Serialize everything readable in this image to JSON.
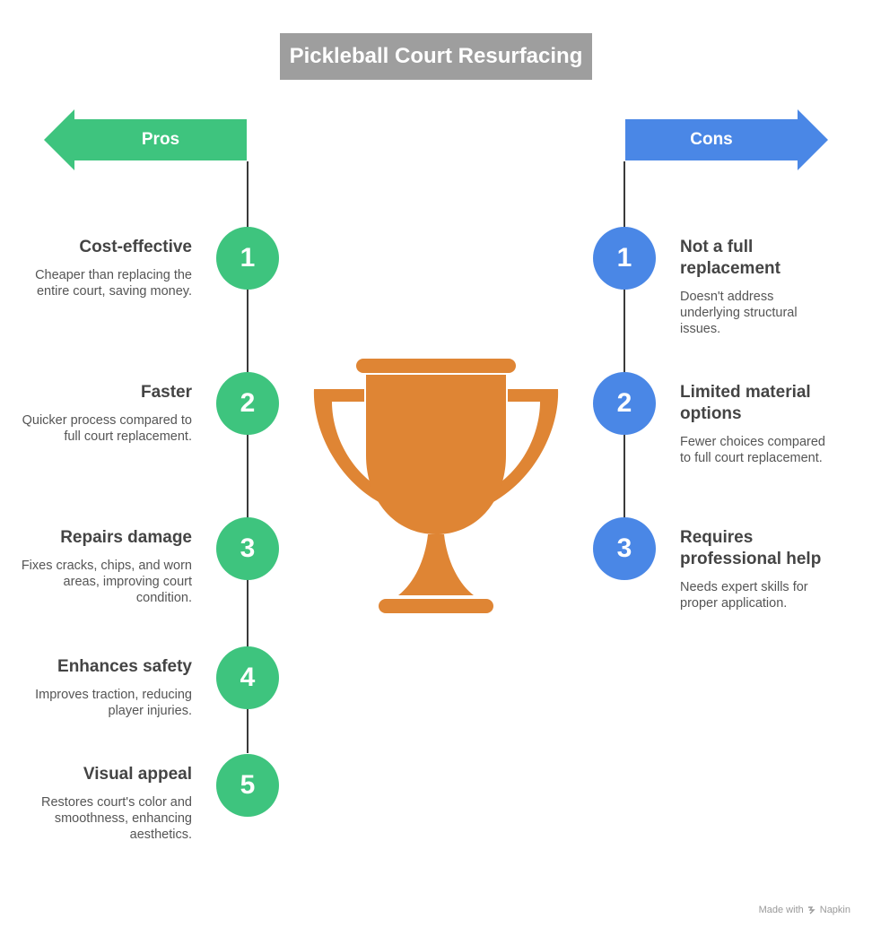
{
  "title": "Pickleball Court Resurfacing",
  "colors": {
    "pros": "#3ec47e",
    "cons": "#4a87e6",
    "trophy": "#df8534",
    "title_bg": "#9e9e9e"
  },
  "pros": {
    "label": "Pros",
    "items": [
      {
        "number": "1",
        "title": "Cost-effective",
        "description": "Cheaper than replacing the entire court, saving money."
      },
      {
        "number": "2",
        "title": "Faster",
        "description": "Quicker process compared to full court replacement."
      },
      {
        "number": "3",
        "title": "Repairs damage",
        "description": "Fixes cracks, chips, and worn areas, improving court condition."
      },
      {
        "number": "4",
        "title": "Enhances safety",
        "description": "Improves traction, reducing player injuries."
      },
      {
        "number": "5",
        "title": "Visual appeal",
        "description": "Restores court's color and smoothness, enhancing aesthetics."
      }
    ]
  },
  "cons": {
    "label": "Cons",
    "items": [
      {
        "number": "1",
        "title": "Not a full replacement",
        "description": "Doesn't address underlying structural issues."
      },
      {
        "number": "2",
        "title": "Limited material options",
        "description": "Fewer choices compared to full court replacement."
      },
      {
        "number": "3",
        "title": "Requires professional help",
        "description": "Needs expert skills for proper application."
      }
    ]
  },
  "center_icon": "trophy-icon",
  "footer": {
    "made_with": "Made with",
    "brand": "Napkin",
    "brand_icon": "napkin-logo-icon"
  }
}
